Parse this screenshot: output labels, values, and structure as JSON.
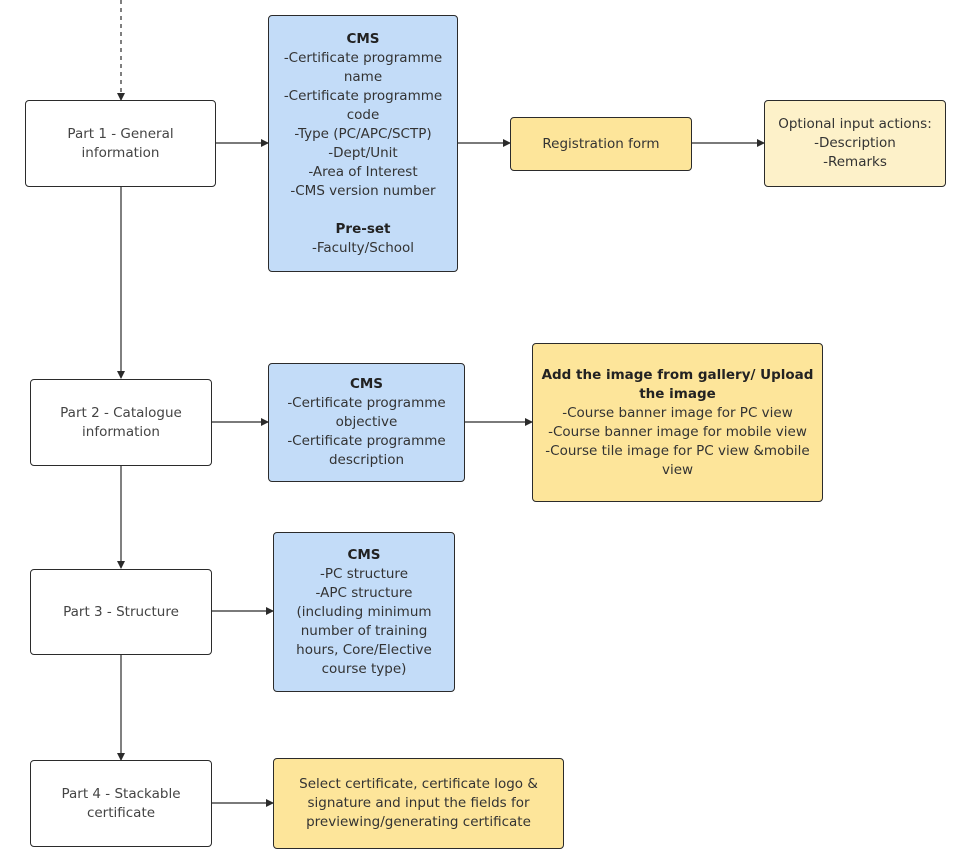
{
  "parts": [
    {
      "id": "part1",
      "label": "Part 1 - General information"
    },
    {
      "id": "part2",
      "label": "Part 2 - Catalogue information"
    },
    {
      "id": "part3",
      "label": "Part 3 - Structure"
    },
    {
      "id": "part4",
      "label": "Part 4 - Stackable certificate"
    }
  ],
  "cms1": {
    "title": "CMS",
    "items": [
      "-Certificate programme name",
      "-Certificate programme code",
      "-Type (PC/APC/SCTP)",
      "-Dept/Unit",
      "-Area of Interest",
      "-CMS version number"
    ],
    "preset_title": "Pre-set",
    "preset_items": [
      "-Faculty/School"
    ]
  },
  "registration_form": {
    "label": "Registration form"
  },
  "optional_actions": {
    "title": "Optional input actions:",
    "items": [
      "-Description",
      "-Remarks"
    ]
  },
  "cms2": {
    "title": "CMS",
    "items": [
      "-Certificate programme objective",
      "-Certificate programme description"
    ]
  },
  "image_box": {
    "title": "Add the image from gallery/ Upload the image",
    "items": [
      "-Course banner image for PC view",
      "-Course banner image for mobile view",
      "-Course tile image for PC view &mobile view"
    ]
  },
  "cms3": {
    "title": "CMS",
    "items": [
      "-PC structure",
      "-APC structure",
      "(including minimum number of training hours, Core/Elective course type)"
    ]
  },
  "certificate_box": {
    "label": "Select certificate, certificate logo & signature and input the fields for previewing/generating certificate"
  },
  "colors": {
    "blue_fill": "#c3dcf8",
    "yellow_fill": "#fde59a",
    "light_yellow_fill": "#fdf1c9",
    "stroke": "#2b2b2b"
  }
}
